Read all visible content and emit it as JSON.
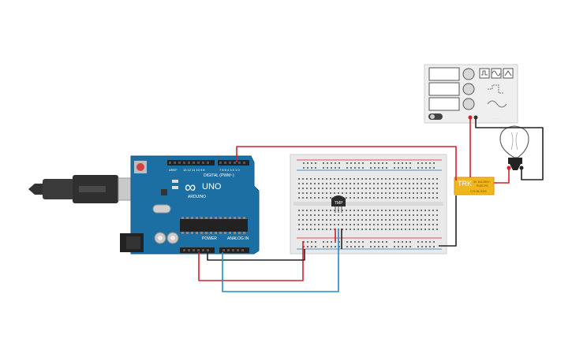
{
  "canvas": {
    "background": "#ffffff"
  },
  "arduino": {
    "logo": "∞",
    "model": "UNO",
    "brand": "ARDUINO",
    "digital_label": "DIGITAL (PWM~)",
    "power_label": "POWER",
    "analog_label": "ANALOG IN",
    "board_color": "#1c6fa3"
  },
  "sensor": {
    "label": "TMP"
  },
  "relay": {
    "brand": "TRK",
    "spec": "3V 10A 250V~",
    "part": "5V3S-PG",
    "code": "C29-56-3019",
    "color": "#f2b61c"
  },
  "function_generator": {
    "waveform_icons": [
      "square-wave-icon",
      "sine-wave-icon",
      "triangle-wave-icon"
    ]
  },
  "wire_colors": {
    "red": "#d6212b",
    "black": "#222222",
    "blue": "#1f8ec9"
  },
  "icons": [
    "usb-cable-icon",
    "power-jack-icon",
    "light-bulb-icon",
    "reset-button-icon"
  ]
}
